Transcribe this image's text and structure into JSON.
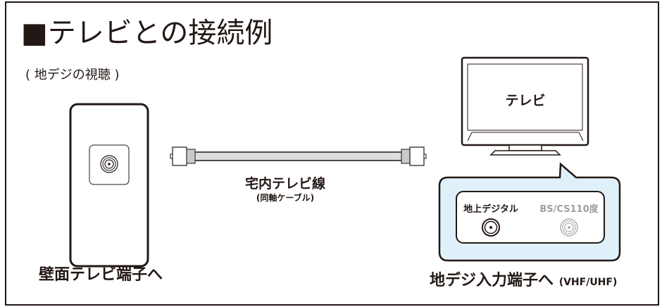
{
  "title": "■テレビとの接続例",
  "subtitle": "( 地デジの視聴 )",
  "wall": {
    "label": "壁面テレビ端子へ"
  },
  "cable": {
    "label": "宅内テレビ線",
    "sublabel": "(同軸ケーブル)"
  },
  "tv": {
    "label": "テレビ"
  },
  "inputs": {
    "terrestrial_label": "地上デジタル",
    "bs_label": "BS/CS110度",
    "label": "地デジ入力端子へ",
    "sublabel": "(VHF/UHF)"
  },
  "colors": {
    "bubble": "#dff0fa",
    "line": "#231815",
    "inactive": "#9fa0a0"
  }
}
